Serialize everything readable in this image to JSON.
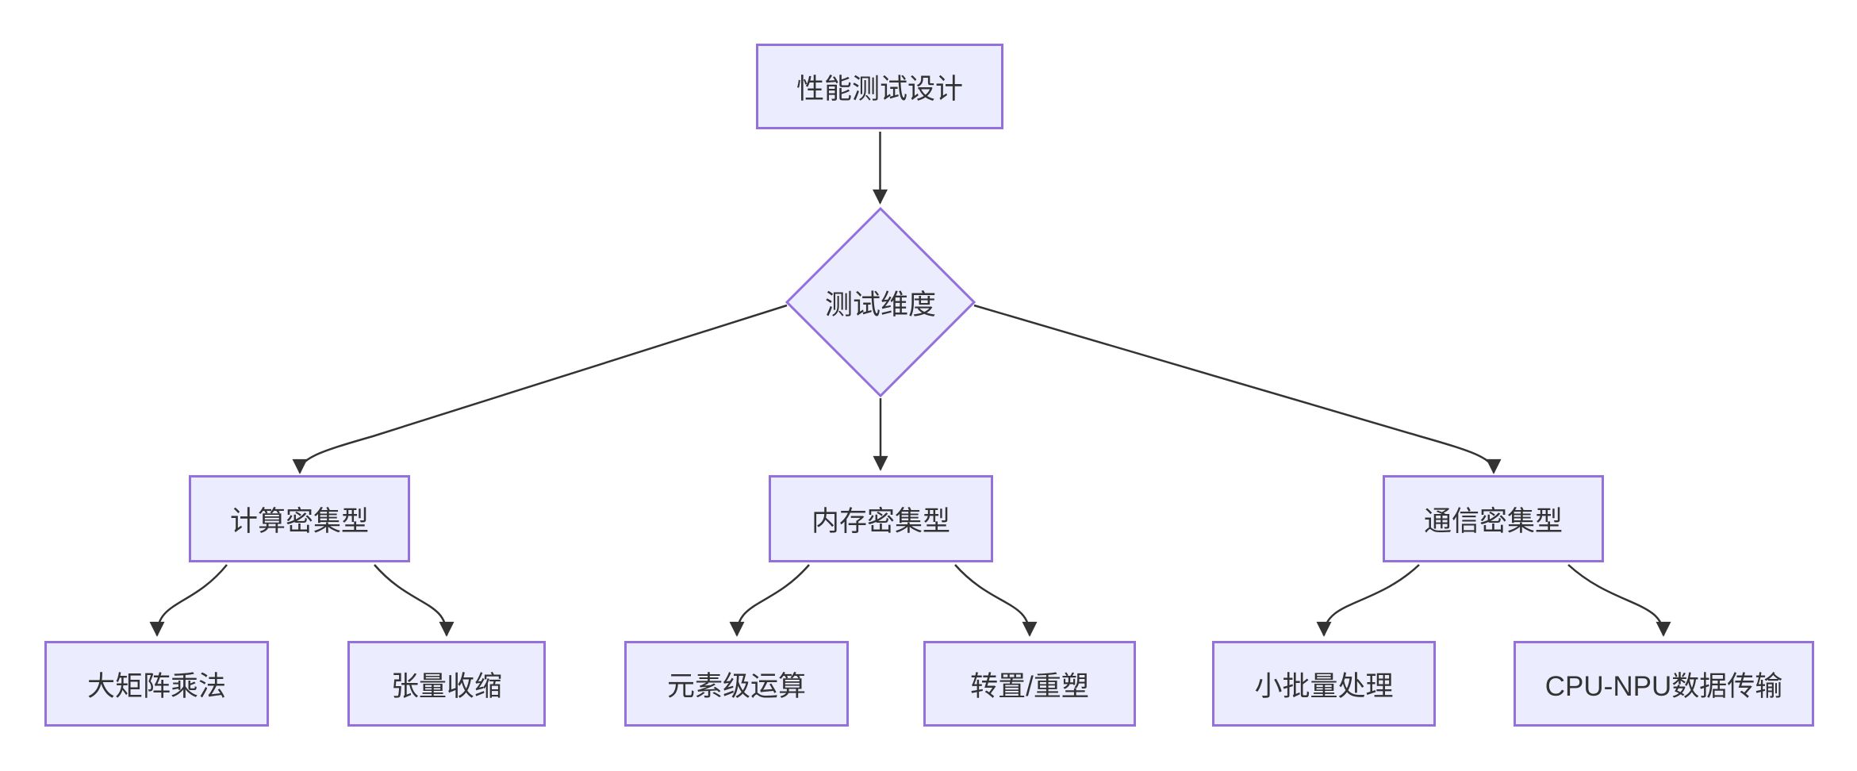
{
  "diagram": {
    "type": "flowchart",
    "direction": "top-down",
    "nodes": [
      {
        "id": "A",
        "label": "性能测试设计",
        "shape": "rect",
        "role": "root"
      },
      {
        "id": "B",
        "label": "测试维度",
        "shape": "diamond",
        "role": "decision"
      },
      {
        "id": "C",
        "label": "计算密集型",
        "shape": "rect",
        "role": "category"
      },
      {
        "id": "D",
        "label": "内存密集型",
        "shape": "rect",
        "role": "category"
      },
      {
        "id": "E",
        "label": "通信密集型",
        "shape": "rect",
        "role": "category"
      },
      {
        "id": "F",
        "label": "大矩阵乘法",
        "shape": "rect",
        "role": "leaf"
      },
      {
        "id": "G",
        "label": "张量收缩",
        "shape": "rect",
        "role": "leaf"
      },
      {
        "id": "H",
        "label": "元素级运算",
        "shape": "rect",
        "role": "leaf"
      },
      {
        "id": "I",
        "label": "转置/重塑",
        "shape": "rect",
        "role": "leaf"
      },
      {
        "id": "J",
        "label": "小批量处理",
        "shape": "rect",
        "role": "leaf"
      },
      {
        "id": "K",
        "label": "CPU-NPU数据传输",
        "shape": "rect",
        "role": "leaf"
      }
    ],
    "edges": [
      {
        "from": "A",
        "to": "B"
      },
      {
        "from": "B",
        "to": "C"
      },
      {
        "from": "B",
        "to": "D"
      },
      {
        "from": "B",
        "to": "E"
      },
      {
        "from": "C",
        "to": "F"
      },
      {
        "from": "C",
        "to": "G"
      },
      {
        "from": "D",
        "to": "H"
      },
      {
        "from": "D",
        "to": "I"
      },
      {
        "from": "E",
        "to": "J"
      },
      {
        "from": "E",
        "to": "K"
      }
    ],
    "colors": {
      "node_fill": "#ECECFF",
      "node_border": "#9370DB",
      "edge": "#333333",
      "text": "#333333",
      "background": "#FFFFFF"
    }
  }
}
